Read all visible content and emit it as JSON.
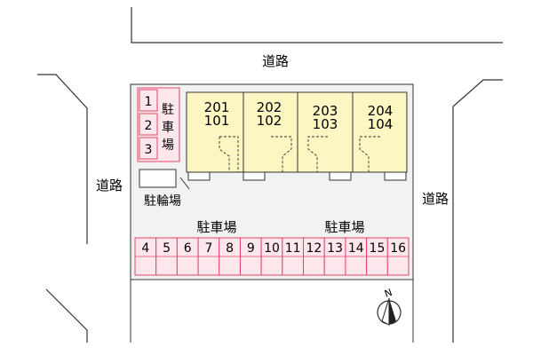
{
  "roads": {
    "top": "道路",
    "left": "道路",
    "right": "道路"
  },
  "parking_top_left": {
    "label_chars": [
      "駐",
      "車",
      "場"
    ],
    "spaces": [
      "1",
      "2",
      "3"
    ]
  },
  "bicycle_parking": "駐輪場",
  "units": [
    {
      "upper": "201",
      "lower": "101"
    },
    {
      "upper": "202",
      "lower": "102"
    },
    {
      "upper": "203",
      "lower": "103"
    },
    {
      "upper": "204",
      "lower": "104"
    }
  ],
  "parking_bottom": {
    "label_left": "駐車場",
    "label_right": "駐車場",
    "spaces": [
      "4",
      "5",
      "6",
      "7",
      "8",
      "9",
      "10",
      "11",
      "12",
      "13",
      "14",
      "15",
      "16"
    ]
  },
  "compass": {
    "letter": "N"
  },
  "colors": {
    "lot_fill": "#f2f2f2",
    "unit_fill": "#fbf6c2",
    "parking_fill": "#fde6ec",
    "parking_stroke": "#e2456a",
    "line": "#333333"
  }
}
